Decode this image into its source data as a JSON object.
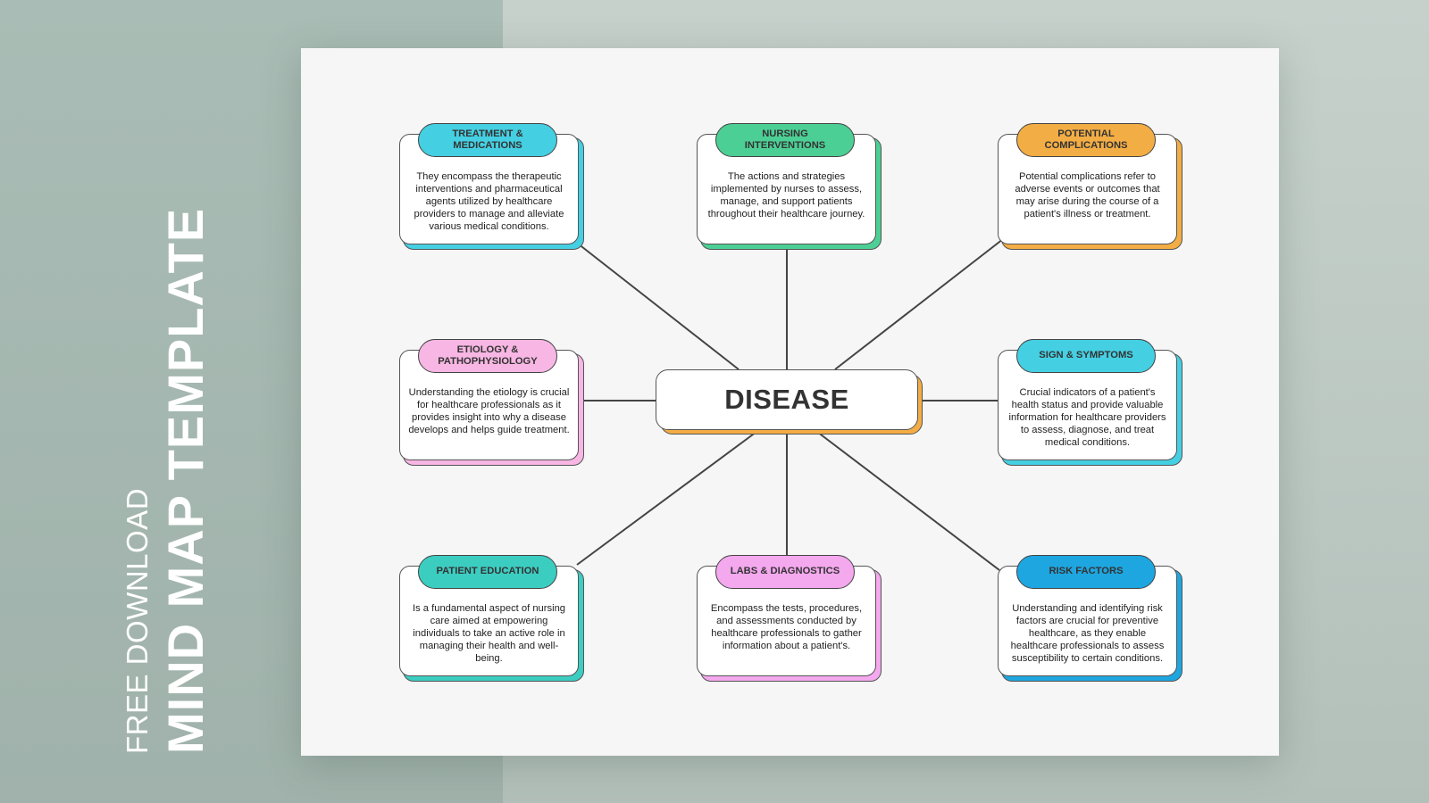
{
  "sidebar": {
    "subtitle": "FREE DOWNLOAD",
    "title": "MIND MAP TEMPLATE"
  },
  "mindmap": {
    "center": {
      "label": "DISEASE",
      "accent": "#f3ad45"
    },
    "nodes": [
      {
        "id": "treatment",
        "title": "TREATMENT & MEDICATIONS",
        "accent": "#45cfe2",
        "text": "They encompass the therapeutic interventions and pharmaceutical agents utilized by healthcare providers to manage and alleviate various medical conditions."
      },
      {
        "id": "nursing",
        "title": "NURSING INTERVENTIONS",
        "accent": "#4ccf95",
        "text": "The actions and strategies implemented by nurses to assess, manage, and support patients throughout their healthcare journey."
      },
      {
        "id": "complications",
        "title": "POTENTIAL COMPLICATIONS",
        "accent": "#f3ad45",
        "text": "Potential complications refer to adverse events or outcomes that may arise during the course of a patient's illness or treatment."
      },
      {
        "id": "etiology",
        "title": "ETIOLOGY & PATHOPHYSIOLOGY",
        "accent": "#f7b6e3",
        "text": "Understanding the etiology is crucial for healthcare professionals as it provides insight into why a disease develops and helps guide treatment."
      },
      {
        "id": "symptoms",
        "title": "SIGN & SYMPTOMS",
        "accent": "#45cfe2",
        "text": "Crucial indicators of a patient's health status and provide valuable information for healthcare providers to assess, diagnose, and treat medical conditions."
      },
      {
        "id": "education",
        "title": "PATIENT EDUCATION",
        "accent": "#3ccdc1",
        "text": "Is a fundamental aspect of nursing care aimed at empowering individuals to take an active role in managing their health and well-being."
      },
      {
        "id": "labs",
        "title": "LABS & DIAGNOSTICS",
        "accent": "#f4a8ee",
        "text": "Encompass the tests, procedures, and assessments conducted by healthcare professionals to gather information about a patient's."
      },
      {
        "id": "risk",
        "title": "RISK FACTORS",
        "accent": "#1ea6e0",
        "text": "Understanding and identifying risk factors are crucial for preventive healthcare, as they enable healthcare professionals to assess susceptibility to certain conditions."
      }
    ]
  }
}
